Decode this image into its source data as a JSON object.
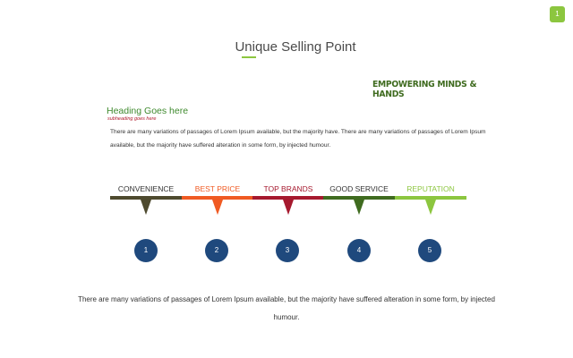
{
  "page_number": "1",
  "title": "Unique Selling Point",
  "tagline": "EMPOWERING MINDS & HANDS",
  "heading": "Heading Goes here",
  "subheading": "subheading goes here",
  "body_text": "There are many variations of passages of Lorem Ipsum available, but the majority have. There are many variations of passages of Lorem Ipsum available, but the majority have suffered alteration in some form, by injected humour.",
  "timeline": [
    {
      "label": "CONVENIENCE",
      "number": "1",
      "color": "#4e4a2e"
    },
    {
      "label": "BEST PRICE",
      "number": "2",
      "color": "#f05a22"
    },
    {
      "label": "TOP BRANDS",
      "number": "3",
      "color": "#a6192e"
    },
    {
      "label": "GOOD SERVICE",
      "number": "4",
      "color": "#3f6b1f"
    },
    {
      "label": "REPUTATION",
      "number": "5",
      "color": "#8cc63f"
    }
  ],
  "footer_text": "There are many variations of passages of Lorem Ipsum available, but the majority have suffered alteration in some form, by injected humour.",
  "colors": {
    "accent_green": "#8cc63f",
    "circle_blue": "#1f497d",
    "heading_green": "#3f8a2e",
    "subheading_red": "#b0182b"
  }
}
